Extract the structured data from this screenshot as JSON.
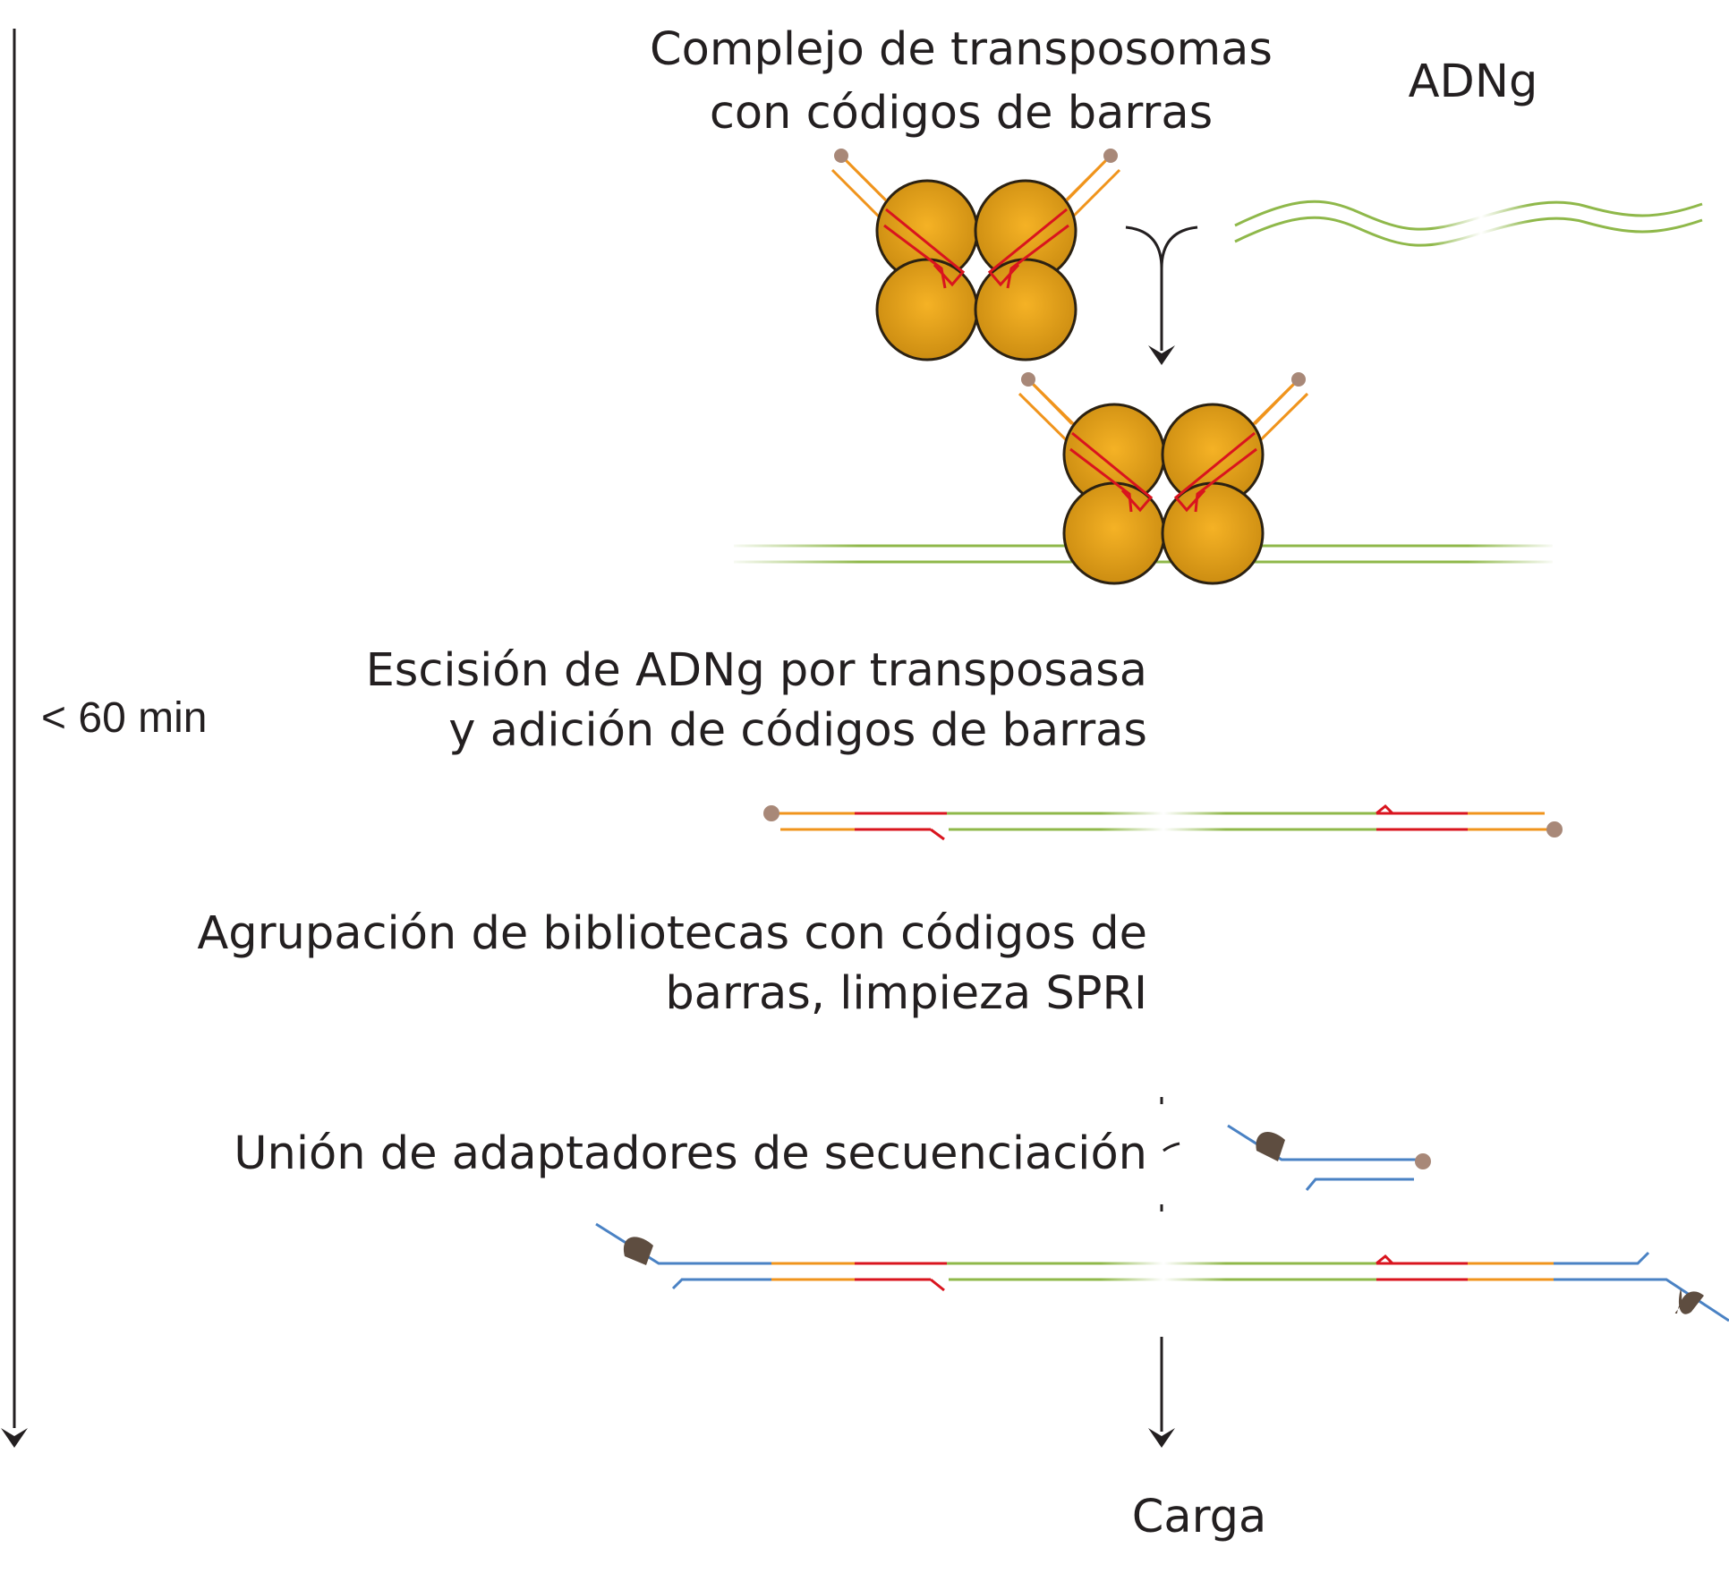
{
  "labels": {
    "complex_line1": "Complejo de transposomas",
    "complex_line2": "con códigos de barras",
    "gdna": "ADNg",
    "time": "< 60 min",
    "step1_line1": "Escisión de ADNg por transposasa",
    "step1_line2": "y adición de códigos de barras",
    "step2_line1": "Agrupación de bibliotecas con códigos de",
    "step2_line2": "barras, limpieza SPRI",
    "step3": "Unión de adaptadores de secuenciación",
    "load": "Carga"
  },
  "colors": {
    "protein": "#d69310",
    "protein_highlight": "#f5b225",
    "protein_outline": "#2b2112",
    "gdna_strand": "#8fb84a",
    "transposon_end": "#f0941c",
    "barcode": "#d9141e",
    "adapter": "#4a82c4",
    "bead": "#a88878",
    "cap": "#5e4d40",
    "arrow": "#231f20"
  },
  "icons": {
    "protein": "transposase-sphere-icon",
    "bead": "terminal-bead-icon",
    "cap": "adapter-cap-icon",
    "arrow": "arrow-down-icon"
  }
}
